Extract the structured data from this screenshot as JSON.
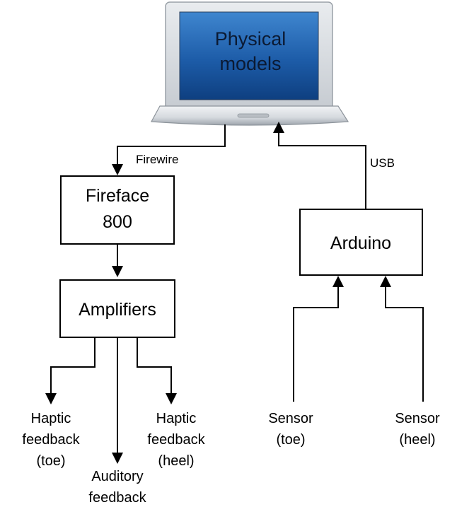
{
  "computer": {
    "line1": "Physical",
    "line2": "models"
  },
  "links": {
    "firewire": "Firewire",
    "usb": "USB"
  },
  "fireface": {
    "line1": "Fireface",
    "line2": "800"
  },
  "amplifiers": {
    "label": "Amplifiers"
  },
  "arduino": {
    "label": "Arduino"
  },
  "outputs": {
    "haptic_toe": [
      "Haptic",
      "feedback",
      "(toe)"
    ],
    "auditory": [
      "Auditory",
      "feedback"
    ],
    "haptic_heel": [
      "Haptic",
      "feedback",
      "(heel)"
    ]
  },
  "sensors": {
    "toe": [
      "Sensor",
      "(toe)"
    ],
    "heel": [
      "Sensor",
      "(heel)"
    ]
  }
}
